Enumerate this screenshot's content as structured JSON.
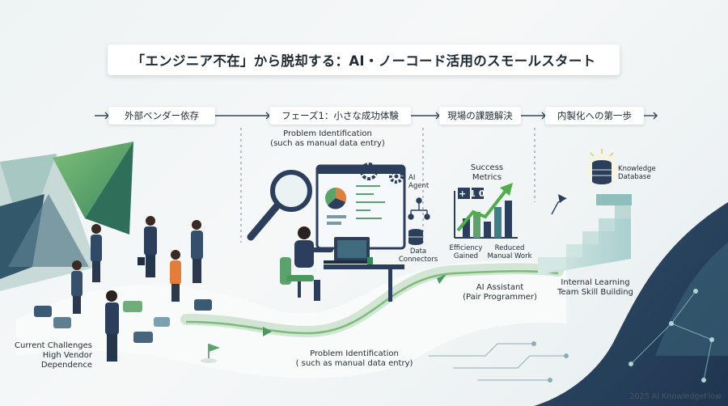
{
  "title": "「エンジニア不在」から脱却する：AI・ノーコード活用のスモールスタート",
  "steps": [
    "外部ベンダー依存",
    "フェーズ1：小さな成功体験",
    "現場の課題解決",
    "内製化への第一歩"
  ],
  "labels": {
    "problem_top_1": "Problem Identification",
    "problem_top_2": "(such as manual data entry)",
    "ai_agent_1": "AI",
    "ai_agent_2": "Agent",
    "data_connectors_1": "Data",
    "data_connectors_2": "Connectors",
    "success_metrics_1": "Success",
    "success_metrics_2": "Metrics",
    "metric_value": "+10",
    "efficiency_1": "Efficiency",
    "efficiency_2": "Gained",
    "reduced_1": "Reduced",
    "reduced_2": "Manual Work",
    "ai_assistant_1": "AI Assistant",
    "ai_assistant_2": "(Pair Programmer)",
    "knowledge_1": "Knowledge",
    "knowledge_2": "Database",
    "internal_1": "Internal Learning",
    "internal_2": "Team Skill Building",
    "challenges_1": "Current Challenges",
    "challenges_2": "High Vendor",
    "challenges_3": "Dependence",
    "problem_bottom_1": "Problem Identification",
    "problem_bottom_2": "( such as manual data entry)"
  },
  "footer": "2025 AI KnowledgeFlow",
  "colors": {
    "navy": "#2b3f5c",
    "green": "#5aa36a",
    "teal": "#3d7f86",
    "light_green": "#9ccc8c",
    "orange": "#e27d3a"
  },
  "icons": [
    "magnifier-icon",
    "gear-icon",
    "network-icon",
    "database-icon",
    "arrow-icon",
    "flag-icon",
    "puzzle-icon"
  ]
}
